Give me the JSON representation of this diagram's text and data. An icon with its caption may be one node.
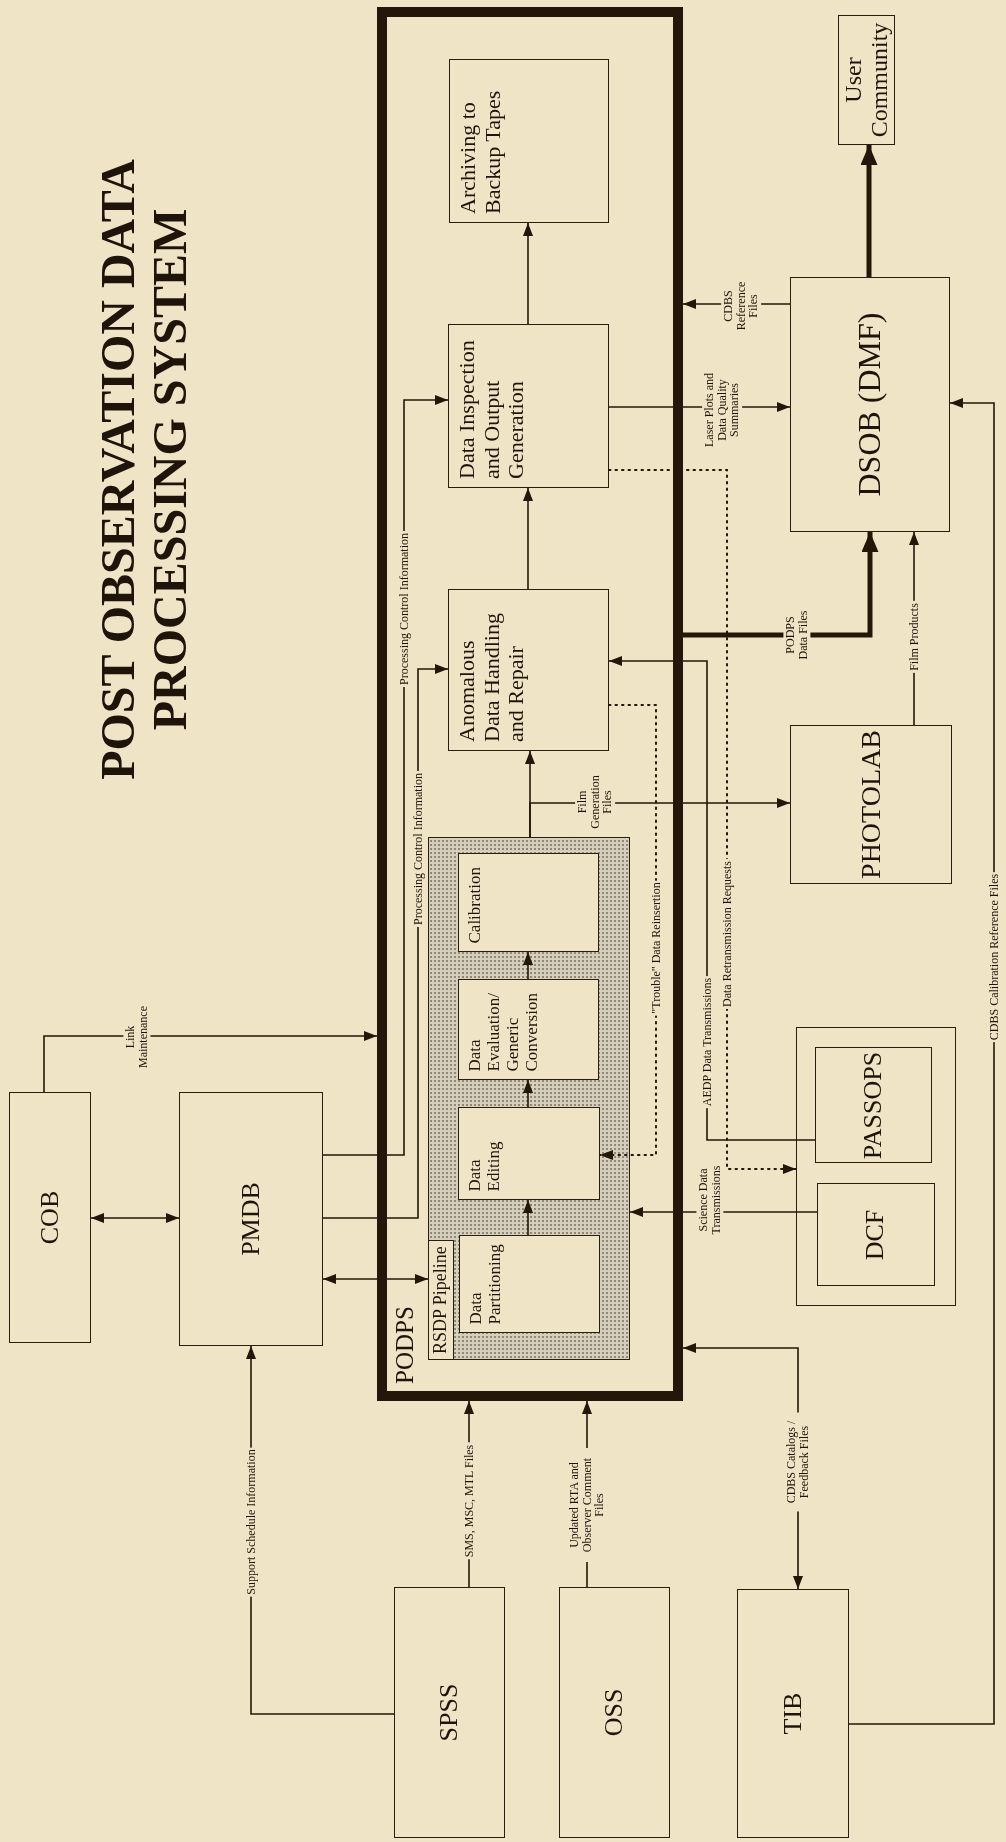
{
  "diagram": {
    "title": "POST OBSERVATION DATA PROCESSING SYSTEM",
    "nodes": [
      {
        "text": [
          "PODPS"
        ]
      },
      {
        "text": [
          "Archiving to Backup Tapes"
        ],
        "in": 0
      },
      {
        "text": [
          "Data Inspection and Output Generation"
        ],
        "in": 0
      },
      {
        "text": [
          "Anomalous Data Handling and Repair"
        ],
        "in": 0
      },
      {
        "text": [
          "RSDP Pipeline"
        ],
        "in": 0
      },
      {
        "text": [
          "Calibration"
        ],
        "in": 4
      },
      {
        "text": [
          "Data Evaluation/ Generic Conversion"
        ],
        "in": 4
      },
      {
        "text": [
          "Data Editing"
        ],
        "in": 4
      },
      {
        "text": [
          "Data Partitioning"
        ],
        "in": 4
      },
      {
        "text": [
          "COB"
        ]
      },
      {
        "text": [
          "PMDB"
        ]
      },
      {
        "text": [
          "SPSS"
        ]
      },
      {
        "text": [
          "OSS"
        ]
      },
      {
        "text": [
          "TIB"
        ]
      },
      {
        "text": [
          "DSOB (DMF)"
        ]
      },
      {
        "text": [
          "User Community"
        ]
      },
      {
        "text": [
          "PHOTOLAB"
        ]
      },
      {
        "text": [],
        "shape": "box"
      },
      {
        "text": [
          "PASSOPS"
        ],
        "in": 17
      },
      {
        "text": [
          "DCF"
        ],
        "in": 17
      }
    ],
    "edges": [
      {
        "from": 9,
        "to": 10,
        "arrow": "both"
      },
      {
        "from": 9,
        "to": 0,
        "arrow": "to",
        "label": "Link Maintenance"
      },
      {
        "from": 10,
        "to": 2,
        "arrow": "to",
        "label": "Processing Control Information"
      },
      {
        "from": 10,
        "to": 3,
        "arrow": "to",
        "label": "Processing Control Information"
      },
      {
        "from": 10,
        "to": 4,
        "arrow": "both"
      },
      {
        "from": 11,
        "to": 10,
        "arrow": "to",
        "label": "Support Schedule Information"
      },
      {
        "from": 11,
        "to": 0,
        "arrow": "to",
        "label": "SMS, MSC, MTL Files"
      },
      {
        "from": 12,
        "to": 0,
        "arrow": "to",
        "label": "Updated RTA and Observer Comment Files"
      },
      {
        "from": 0,
        "to": 13,
        "arrow": "both",
        "label": "CDBS Catalogs / Feedback Files"
      },
      {
        "from": 13,
        "to": 14,
        "arrow": "to",
        "label": "CDBS Calibration Reference Files"
      },
      {
        "from": 8,
        "to": 7,
        "arrow": "to"
      },
      {
        "from": 7,
        "to": 6,
        "arrow": "to"
      },
      {
        "from": 6,
        "to": 5,
        "arrow": "to"
      },
      {
        "from": 4,
        "to": 3,
        "arrow": "to"
      },
      {
        "from": 4,
        "to": 16,
        "arrow": "to",
        "label": "Film Generation Files"
      },
      {
        "from": 3,
        "to": 2,
        "arrow": "to"
      },
      {
        "from": 2,
        "to": 1,
        "arrow": "to"
      },
      {
        "from": 2,
        "to": 14,
        "arrow": "to",
        "label": "Laser Plots and Data Quality Summaries"
      },
      {
        "from": 14,
        "to": 0,
        "arrow": "to",
        "label": "CDBS Reference Files"
      },
      {
        "from": 0,
        "to": 14,
        "arrow": "to",
        "label": "PODPS Data Files",
        "style": "thick"
      },
      {
        "from": 14,
        "to": 15,
        "arrow": "to",
        "style": "thick"
      },
      {
        "from": 16,
        "to": 14,
        "arrow": "to",
        "label": "Film Products"
      },
      {
        "from": 18,
        "to": 3,
        "arrow": "to",
        "label": "AEDP Data Transmissions"
      },
      {
        "from": 19,
        "to": 4,
        "arrow": "to",
        "label": "Science Data Transmissions"
      },
      {
        "from": 2,
        "to": 17,
        "arrow": "to",
        "label": "Data Retransmission Requests",
        "style": "dashed"
      },
      {
        "from": 3,
        "to": 7,
        "arrow": "to",
        "label": "\"Trouble\" Data Reinsertion",
        "style": "dashed"
      }
    ]
  }
}
